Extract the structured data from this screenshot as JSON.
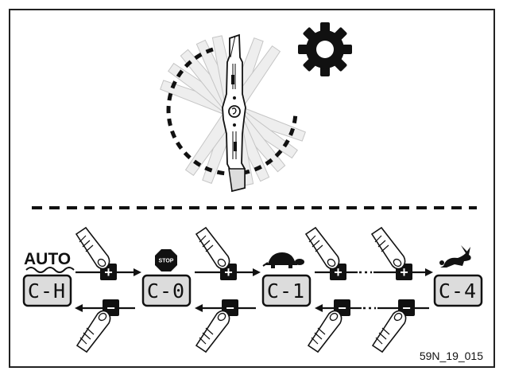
{
  "figure_code": "59N_19_015",
  "auto_label": "AUTO",
  "stop_label": "STOP",
  "modes": [
    {
      "display": "C-H",
      "icon": "auto-icon"
    },
    {
      "display": "C-0",
      "icon": "stop-sign-icon"
    },
    {
      "display": "C-1",
      "icon": "turtle-icon"
    },
    {
      "display": "C-4",
      "icon": "rabbit-icon"
    }
  ],
  "increase_symbol": "+",
  "decrease_symbol": "−",
  "icons": [
    "gear-icon",
    "mower-blade-icon",
    "finger-press-icon",
    "arrow-right-icon",
    "arrow-left-icon"
  ],
  "colors": {
    "line": "#111111",
    "display_fill": "#dcdcdc",
    "blade_fill": "#ffffff",
    "ghost_blade": "#e4e4e4"
  }
}
